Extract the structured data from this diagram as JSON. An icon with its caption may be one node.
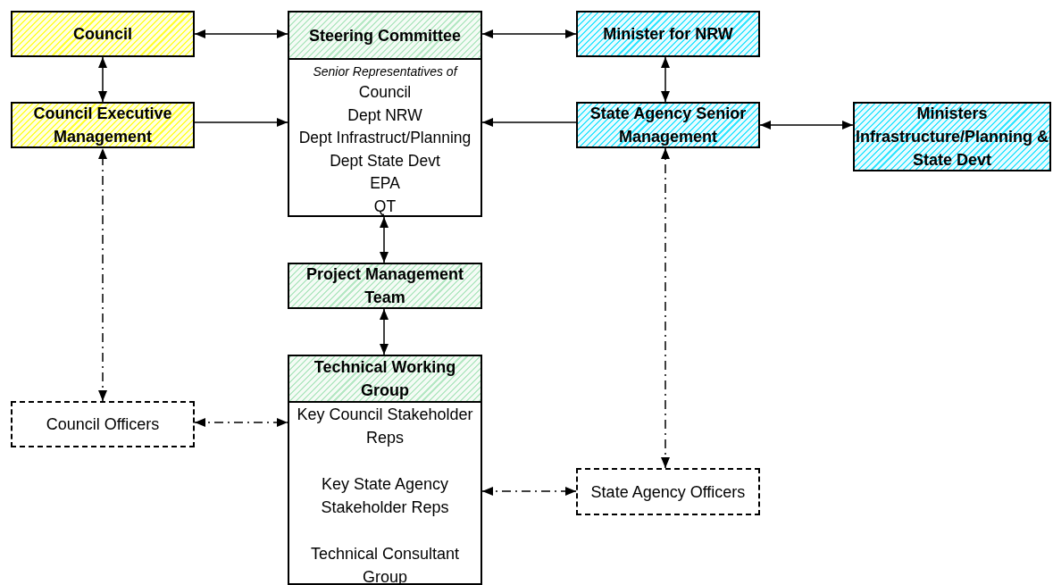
{
  "diagram": {
    "nodes": [
      {
        "text": [
          "Council"
        ]
      },
      {
        "text": [
          "Steering Committee",
          "Senior Representatives of",
          "Council",
          "Dept NRW",
          "Dept Infrastruct/Planning",
          "Dept State Devt",
          "EPA",
          "QT"
        ]
      },
      {
        "text": [
          "Minister for NRW"
        ]
      },
      {
        "text": [
          "Council Executive Management"
        ]
      },
      {
        "text": [
          "State Agency Senior Management"
        ]
      },
      {
        "text": [
          "Ministers Infrastructure/Planning & State Devt"
        ]
      },
      {
        "text": [
          "Project Management Team"
        ]
      },
      {
        "text": [
          "Technical Working Group",
          "Key Council Stakeholder Reps",
          "Key State Agency Stakeholder Reps",
          "Technical Consultant Group"
        ]
      },
      {
        "text": [
          "Council Officers"
        ]
      },
      {
        "text": [
          "State Agency Officers"
        ]
      }
    ],
    "edges": [
      {
        "from": 0,
        "to": 1,
        "arrow": "both"
      },
      {
        "from": 1,
        "to": 2,
        "arrow": "both"
      },
      {
        "from": 0,
        "to": 3,
        "arrow": "both"
      },
      {
        "from": 3,
        "to": 1,
        "arrow": "to"
      },
      {
        "from": 4,
        "to": 1,
        "arrow": "to"
      },
      {
        "from": 2,
        "to": 4,
        "arrow": "both"
      },
      {
        "from": 4,
        "to": 5,
        "arrow": "both"
      },
      {
        "from": 1,
        "to": 6,
        "arrow": "both"
      },
      {
        "from": 6,
        "to": 7,
        "arrow": "both"
      },
      {
        "from": 8,
        "to": 3,
        "arrow": "both",
        "style": "dashed"
      },
      {
        "from": 8,
        "to": 7,
        "arrow": "both",
        "style": "dashed"
      },
      {
        "from": 9,
        "to": 4,
        "arrow": "both",
        "style": "dashed"
      },
      {
        "from": 7,
        "to": 9,
        "arrow": "both",
        "style": "dashed"
      }
    ]
  }
}
